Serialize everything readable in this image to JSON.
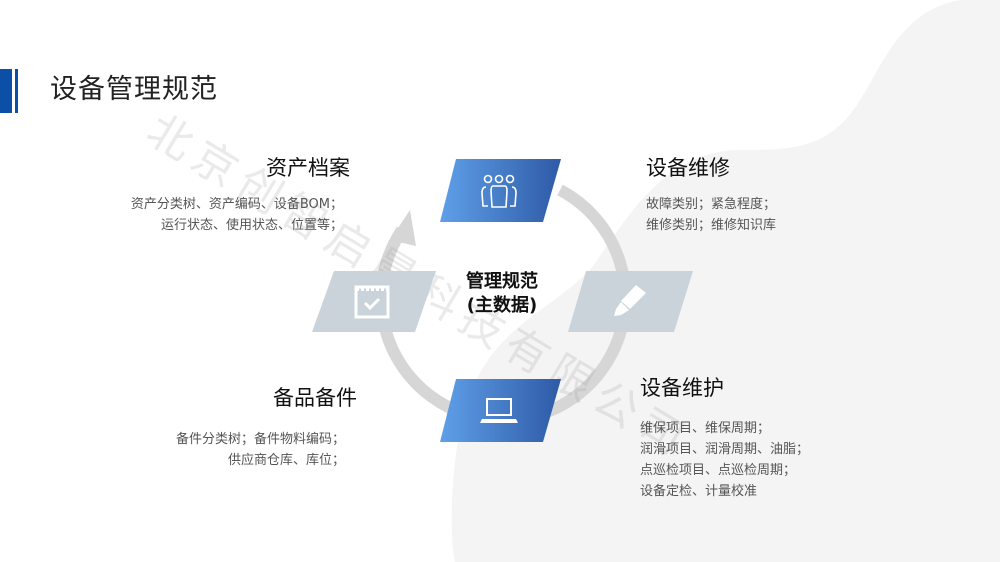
{
  "header": {
    "title": "设备管理规范"
  },
  "center": {
    "line1": "管理规范",
    "line2": "(主数据)"
  },
  "sections": [
    {
      "title": "资产档案",
      "lines": [
        "资产分类树、资产编码、设备BOM；",
        "运行状态、使用状态、位置等；"
      ],
      "icon": "calendar-check-icon"
    },
    {
      "title": "设备维修",
      "lines": [
        "故障类别；紧急程度；",
        "维修类别；维修知识库"
      ],
      "icon": "team-people-icon"
    },
    {
      "title": "备品备件",
      "lines": [
        "备件分类树；备件物料编码；",
        "供应商仓库、库位；"
      ],
      "icon": "laptop-icon"
    },
    {
      "title": "设备维护",
      "lines": [
        "维保项目、维保周期；",
        "润滑项目、润滑周期、油脂；",
        "点巡检项目、点巡检周期；",
        "设备定检、计量校准"
      ],
      "icon": "pen-icon"
    }
  ],
  "watermark": "北京创智启晨科技有限公司",
  "colors": {
    "accent": "#0b4fa6",
    "blue_start": "#5fa0e8",
    "blue_end": "#2e5aa6",
    "gray_shape": "#c9d3d9",
    "ring": "#d6d6d6",
    "blob": "#f4f4f5"
  }
}
